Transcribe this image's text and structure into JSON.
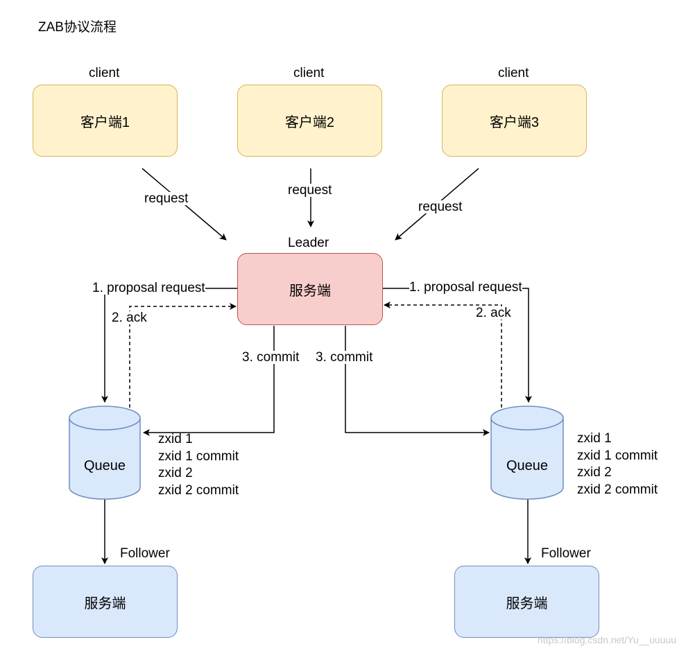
{
  "title": "ZAB协议流程",
  "clients": [
    {
      "tag": "client",
      "label": "客户端1",
      "arrow_label": "request"
    },
    {
      "tag": "client",
      "label": "客户端2",
      "arrow_label": "request"
    },
    {
      "tag": "client",
      "label": "客户端3",
      "arrow_label": "request"
    }
  ],
  "leader": {
    "tag": "Leader",
    "label": "服务端"
  },
  "edges": {
    "proposal_left": "1. proposal request",
    "proposal_right": "1. proposal request",
    "ack_left": "2. ack",
    "ack_right": "2. ack",
    "commit_left": "3. commit",
    "commit_right": "3. commit"
  },
  "queues": [
    {
      "label": "Queue",
      "log": [
        "zxid 1",
        "zxid 1 commit",
        "zxid 2",
        "zxid 2 commit"
      ]
    },
    {
      "label": "Queue",
      "log": [
        "zxid 1",
        "zxid 1 commit",
        "zxid 2",
        "zxid 2 commit"
      ]
    }
  ],
  "followers": [
    {
      "tag": "Follower",
      "label": "服务端"
    },
    {
      "tag": "Follower",
      "label": "服务端"
    }
  ],
  "watermark": "https://blog.csdn.net/Yu__uuuuu",
  "colors": {
    "client_fill": "#fff2cc",
    "client_stroke": "#d6b656",
    "leader_fill": "#f8cecc",
    "leader_stroke": "#b85450",
    "follower_fill": "#dae8fc",
    "follower_stroke": "#6c8ebf"
  }
}
